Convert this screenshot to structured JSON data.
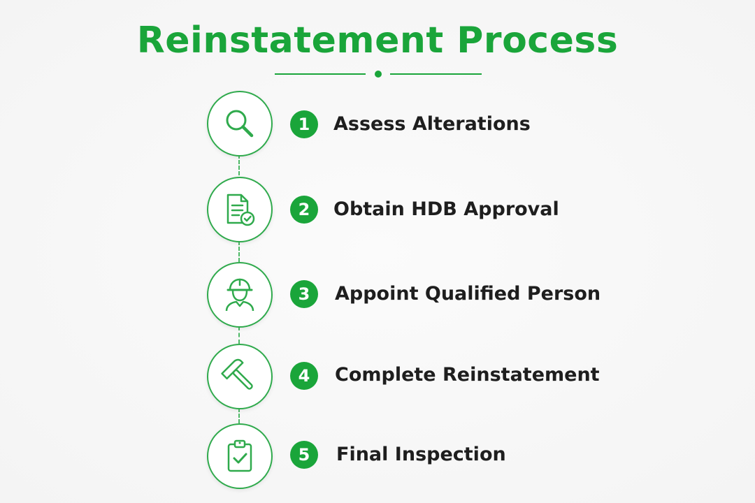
{
  "title": "Reinstatement Process",
  "colors": {
    "accent": "#1aa53a",
    "text": "#1e1e1e",
    "background": "#f7f7f7"
  },
  "steps": [
    {
      "number": "1",
      "label": "Assess Alterations",
      "icon": "magnifying-glass-icon"
    },
    {
      "number": "2",
      "label": "Obtain HDB Approval",
      "icon": "document-check-icon"
    },
    {
      "number": "3",
      "label": "Appoint Qualified Person",
      "icon": "worker-hard-hat-icon"
    },
    {
      "number": "4",
      "label": "Complete Reinstatement",
      "icon": "hammer-icon"
    },
    {
      "number": "5",
      "label": "Final Inspection",
      "icon": "clipboard-check-icon"
    }
  ]
}
